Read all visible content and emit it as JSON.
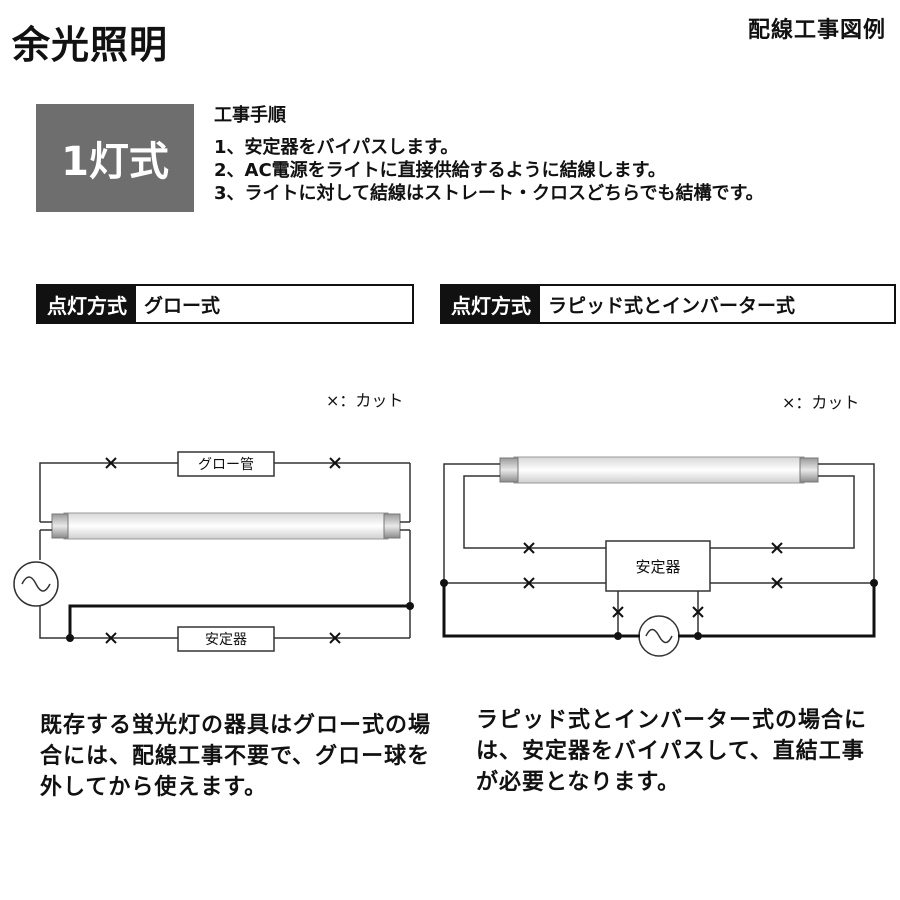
{
  "header": {
    "brand": "余光照明",
    "doc_title": "配線工事図例"
  },
  "type_box": {
    "label": "1灯式"
  },
  "steps": {
    "title": "工事手順",
    "items": [
      "1、安定器をバイパスします。",
      "2、AC電源をライトに直接供給するように結線します。",
      "3、ライトに対して結線はストレート・クロスどちらでも結構です。"
    ]
  },
  "left_panel": {
    "mode_label": "点灯方式",
    "mode_value": "グロー式",
    "legend": "×：カット",
    "glow_label": "グロー管",
    "ballast_label": "安定器",
    "caption": "既存する蛍光灯の器具はグロー式の場合には、配線工事不要で、グロー球を外してから使えます。"
  },
  "right_panel": {
    "mode_label": "点灯方式",
    "mode_value": "ラピッド式とインバーター式",
    "legend": "×：カット",
    "ballast_label": "安定器",
    "caption": "ラピッド式とインバーター式の場合には、安定器をバイパスして、直結工事が必要となります。"
  },
  "colors": {
    "type_box_bg": "#6e6e6e",
    "wire": "#333333",
    "tube_fill": "#f4f4f4"
  }
}
